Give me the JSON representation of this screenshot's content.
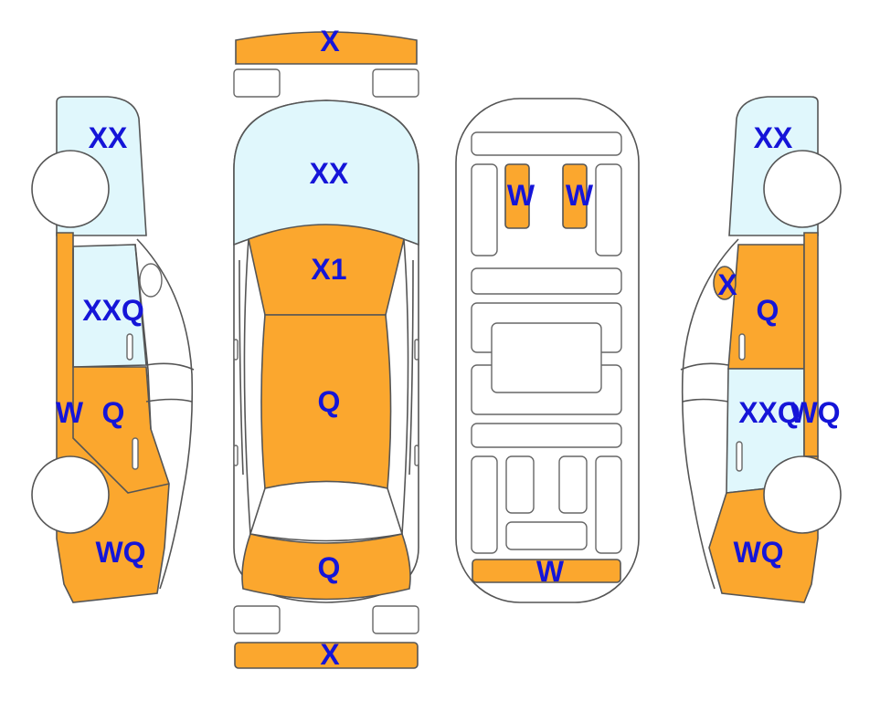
{
  "colors": {
    "damage_fill": "#FBA72E",
    "glass_fill": "#E0F7FC",
    "label_color": "#1515D8",
    "outline": "#555555",
    "background": "#FFFFFF"
  },
  "labels": {
    "front_bumper": "X",
    "rear_bumper": "X",
    "windshield": "XX",
    "hood": "X1",
    "roof": "Q",
    "trunk": "Q",
    "rear_seat_left": "W",
    "rear_seat_right": "W",
    "rear_floor": "W",
    "left_front_glass": "XX",
    "left_door_glass": "XXQ",
    "left_fender": "W",
    "left_door": "Q",
    "left_lower": "WQ",
    "right_front_glass": "XX",
    "right_mirror": "X",
    "right_front_door": "Q",
    "right_rear_glass": "XXQ",
    "right_quarter": "WQ",
    "right_lower": "WQ"
  }
}
